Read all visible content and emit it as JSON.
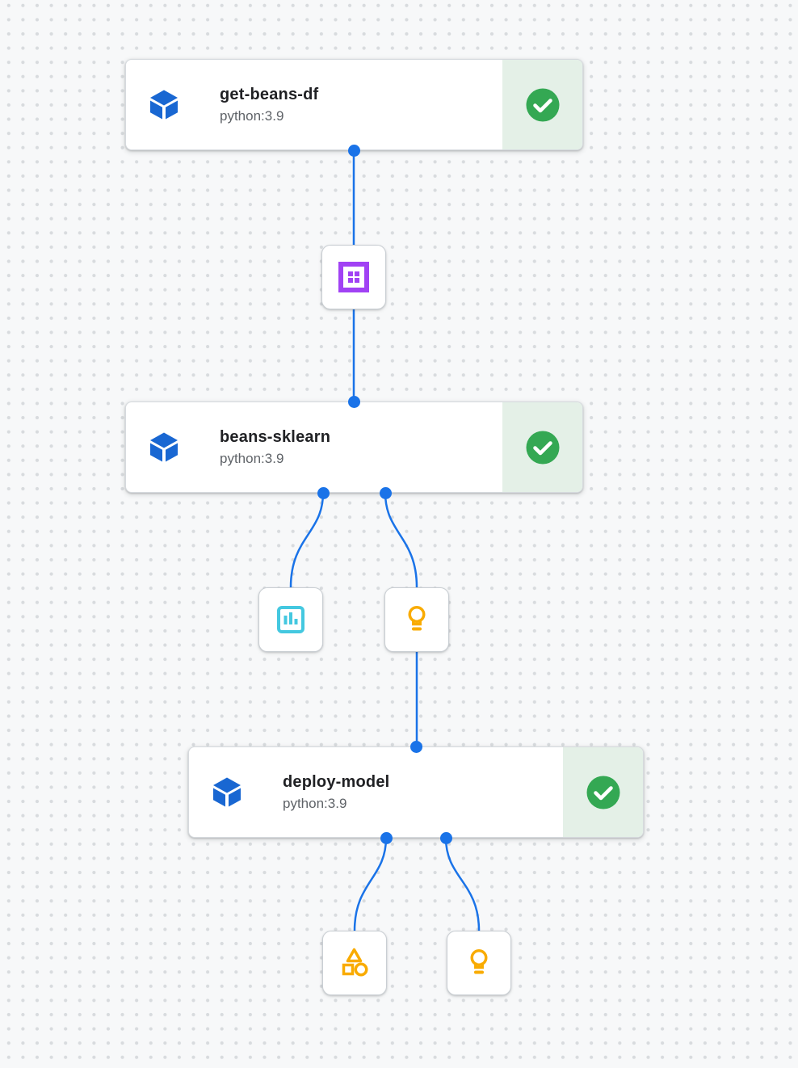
{
  "app": {
    "view": "pipeline-dag-canvas"
  },
  "colors": {
    "background": "#f7f8f9",
    "grid_dot": "#d8dbde",
    "edge_blue": "#1a73e8",
    "component_blue": "#1967d2",
    "dataset_purple": "#a142f4",
    "metrics_cyan": "#44c8e0",
    "model_amber": "#f9ab00",
    "success_green": "#34a853",
    "success_section_bg": "#e4f0e7",
    "title_text": "#202124",
    "subtitle_text": "#5f6368"
  },
  "steps": [
    {
      "title": "get-beans-df",
      "subtitle": "python:3.9",
      "status": "succeeded",
      "icon": "component-cube-icon",
      "status_icon": "check-circle-icon"
    },
    {
      "title": "beans-sklearn",
      "subtitle": "python:3.9",
      "status": "succeeded",
      "icon": "component-cube-icon",
      "status_icon": "check-circle-icon"
    },
    {
      "title": "deploy-model",
      "subtitle": "python:3.9",
      "status": "succeeded",
      "icon": "component-cube-icon",
      "status_icon": "check-circle-icon"
    }
  ],
  "artifacts": [
    {
      "icon": "dataset-icon",
      "color": "#a142f4"
    },
    {
      "icon": "metrics-icon",
      "color": "#44c8e0"
    },
    {
      "icon": "model-icon",
      "color": "#f9ab00"
    },
    {
      "icon": "shapes-artifact-icon",
      "color": "#f9ab00"
    },
    {
      "icon": "model-icon",
      "color": "#f9ab00"
    }
  ]
}
